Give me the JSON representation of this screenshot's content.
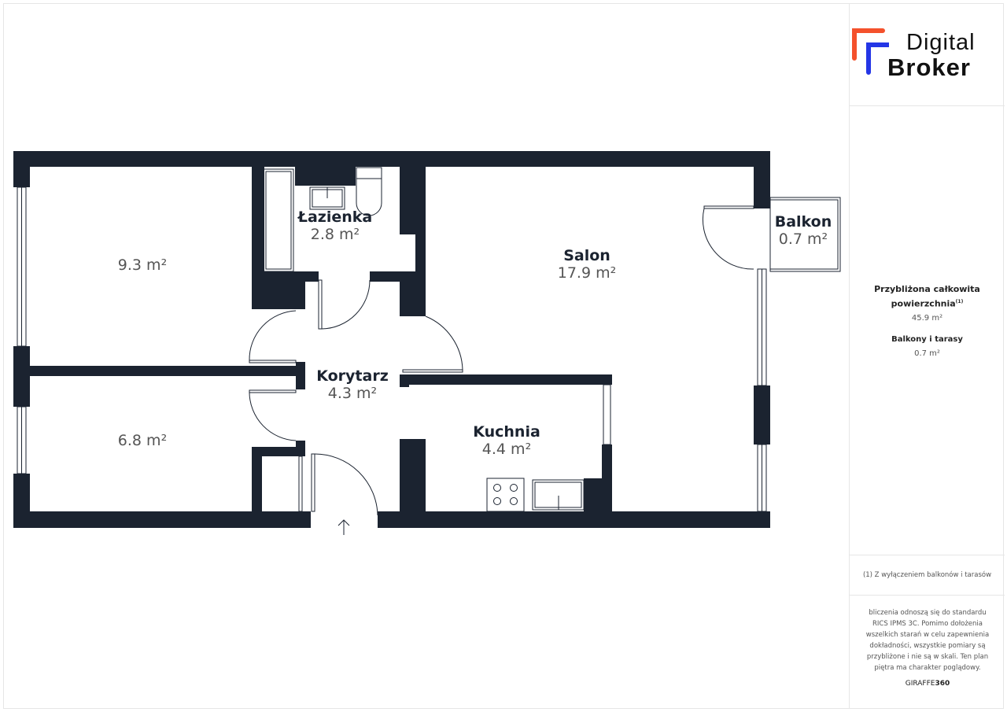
{
  "logo": {
    "line1": "Digital",
    "line2": "Broker",
    "accent_colors": [
      "#f4512c",
      "#2436e6"
    ]
  },
  "summary": {
    "total_label": "Przybliżona całkowita powierzchnia",
    "total_sup": "(1)",
    "total_value": "45.9 m²",
    "balcony_label": "Balkony i tarasy",
    "balcony_value": "0.7 m²"
  },
  "footnote": "(1) Z wyłączeniem balkonów i tarasów",
  "disclaimer": "bliczenia odnoszą się do standardu RICS IPMS 3C. Pomimo dołożenia wszelkich starań w celu zapewnienia dokładności, wszystkie pomiary są przybliżone i nie są w skali. Ten plan piętra ma charakter poglądowy.",
  "brand": {
    "part1": "GIRAFFE",
    "part2": "360"
  },
  "rooms": [
    {
      "name": "",
      "area": "9.3 m²"
    },
    {
      "name": "",
      "area": "6.8 m²"
    },
    {
      "name": "Łazienka",
      "area": "2.8 m²"
    },
    {
      "name": "Korytarz",
      "area": "4.3 m²"
    },
    {
      "name": "Salon",
      "area": "17.9 m²"
    },
    {
      "name": "Kuchnia",
      "area": "4.4 m²"
    },
    {
      "name": "Balkon",
      "area": "0.7 m²"
    }
  ],
  "colors": {
    "wall": "#1b2330"
  }
}
